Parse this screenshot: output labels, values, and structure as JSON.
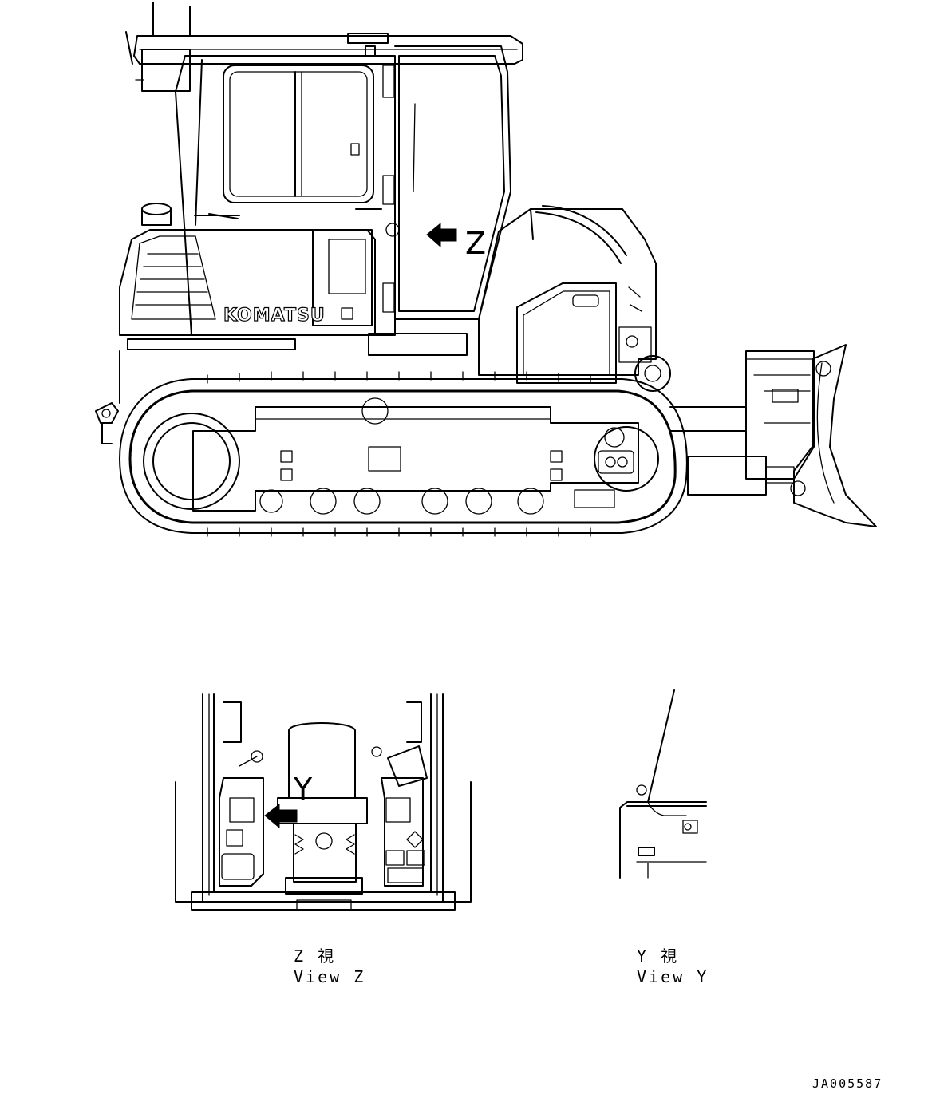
{
  "main_view": {
    "brand_text": "KOMATSU",
    "arrow_label": "Z"
  },
  "view_z": {
    "arrow_label": "Y",
    "caption_jp": "Z 視",
    "caption_en": "View Z"
  },
  "view_y": {
    "caption_jp": "Y 視",
    "caption_en": "View Y"
  },
  "drawing_number": "JA005587"
}
